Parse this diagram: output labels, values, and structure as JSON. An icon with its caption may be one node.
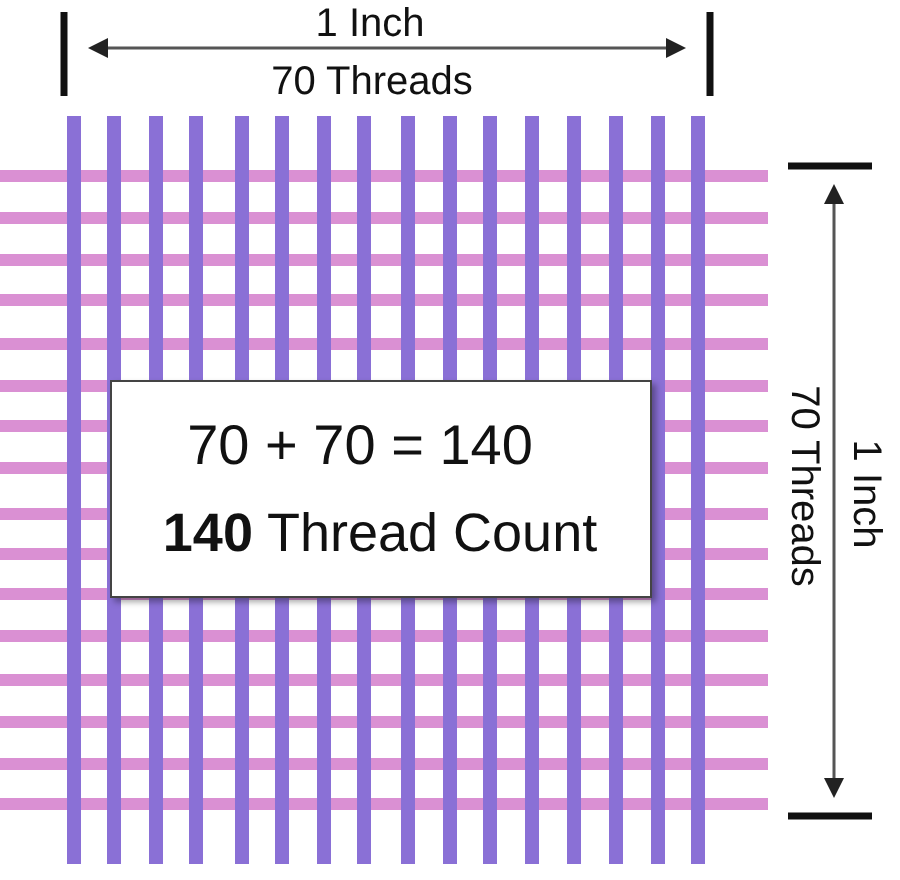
{
  "diagram": {
    "nodes": [
      {
        "text": [
          "70 + 70 = 140",
          "**140** Thread Count"
        ]
      }
    ],
    "labels": [
      "1 Inch",
      "70 Threads",
      "1 Inch",
      "70 Threads"
    ]
  }
}
